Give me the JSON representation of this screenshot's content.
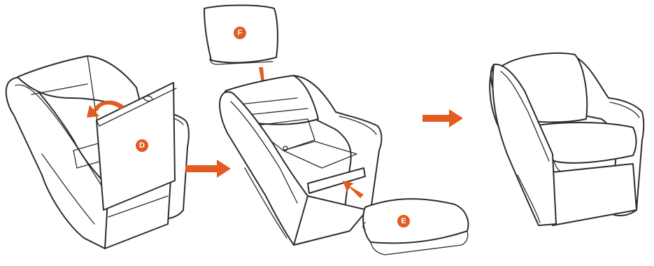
{
  "colors": {
    "accent": "#e35b20",
    "line": "#2c2c2c",
    "background": "#ffffff"
  },
  "steps": [
    {
      "badge": "D"
    },
    {
      "badge_top": "F",
      "badge_bottom": "E"
    },
    {
      "result": "assembled-chair"
    }
  ],
  "labels": {
    "d": "D",
    "f": "F",
    "e": "E"
  }
}
